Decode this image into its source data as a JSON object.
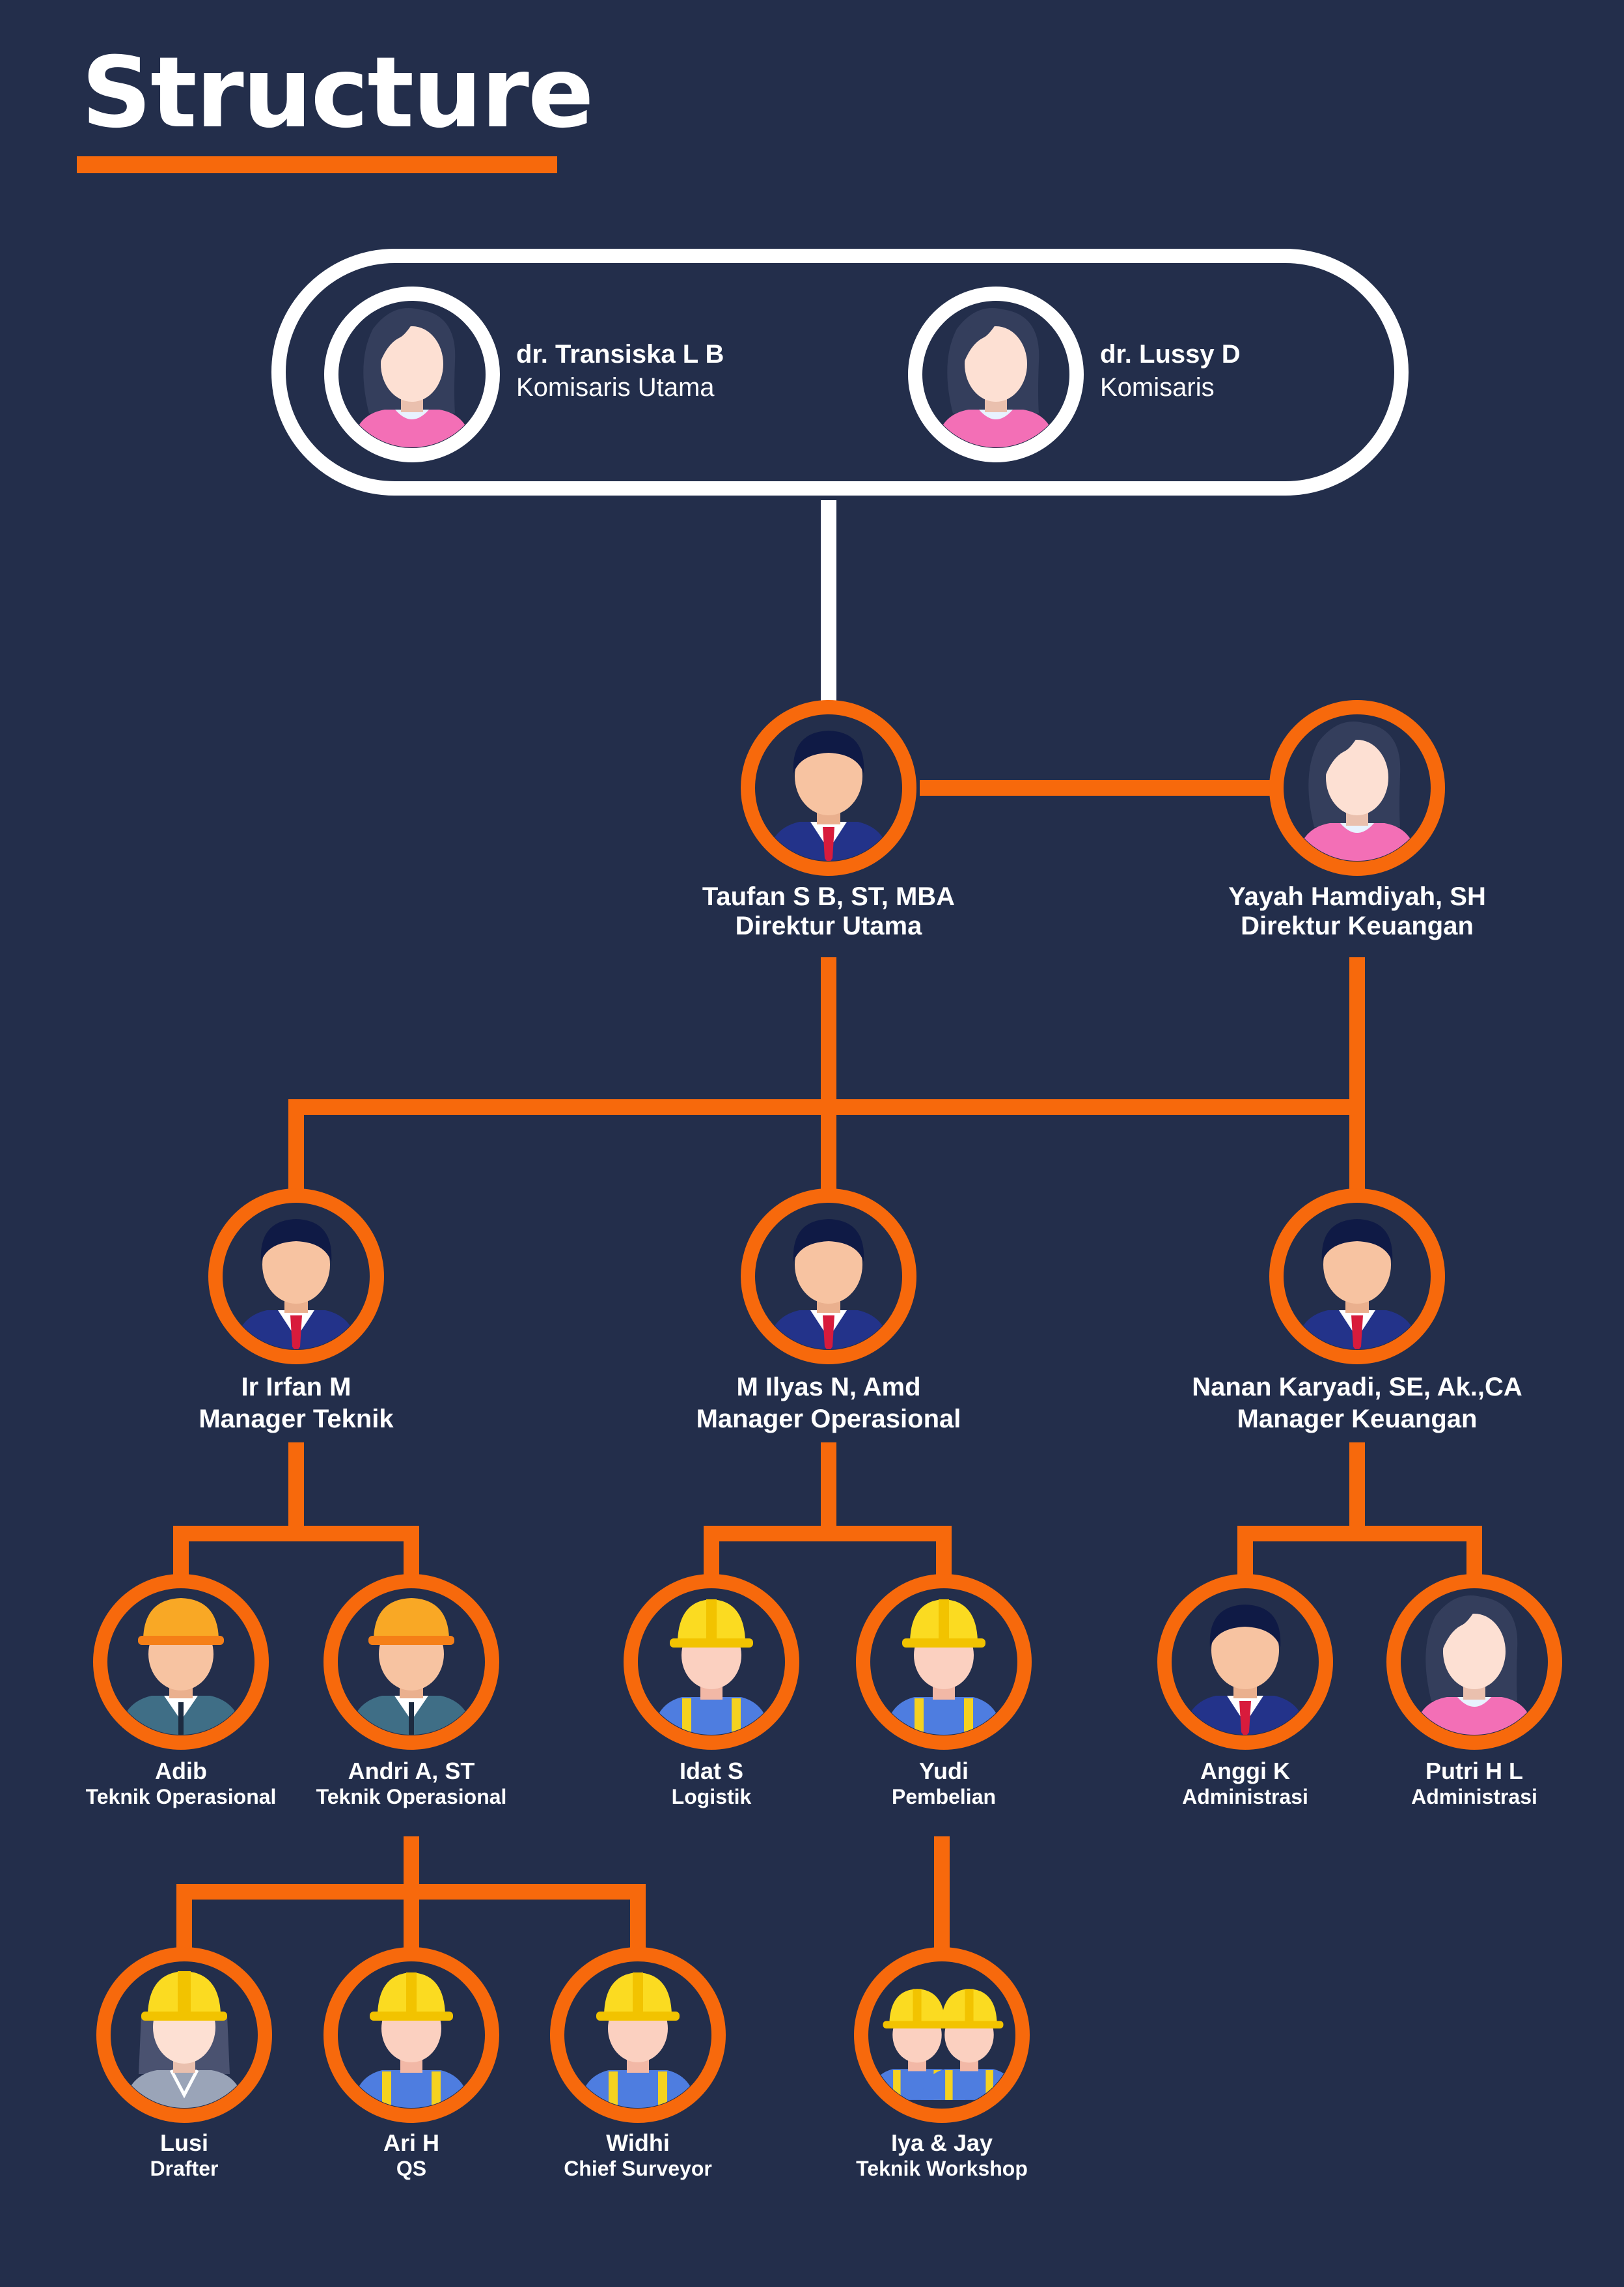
{
  "title": "Structure",
  "colors": {
    "background": "#232e4b",
    "accent": "#f7690c",
    "white": "#ffffff"
  },
  "board": [
    {
      "name": "dr. Transiska L B",
      "role": "Komisaris Utama",
      "icon": "woman-avatar-icon"
    },
    {
      "name": "dr. Lussy D",
      "role": "Komisaris",
      "icon": "woman-avatar-icon"
    }
  ],
  "directors": [
    {
      "name": "Taufan S B, ST, MBA",
      "role": "Direktur Utama",
      "icon": "businessman-avatar-icon"
    },
    {
      "name": "Yayah Hamdiyah, SH",
      "role": "Direktur Keuangan",
      "icon": "woman-avatar-icon"
    }
  ],
  "managers": [
    {
      "name": "Ir Irfan M",
      "role": "Manager Teknik",
      "icon": "businessman-avatar-icon"
    },
    {
      "name": "M Ilyas N, Amd",
      "role": "Manager Operasional",
      "icon": "businessman-avatar-icon"
    },
    {
      "name": "Nanan Karyadi, SE, Ak.,CA",
      "role": "Manager Keuangan",
      "icon": "businessman-avatar-icon"
    }
  ],
  "staff": [
    {
      "name": "Adib",
      "role": "Teknik Operasional",
      "icon": "engineer-avatar-icon"
    },
    {
      "name": "Andri A, ST",
      "role": "Teknik Operasional",
      "icon": "engineer-avatar-icon"
    },
    {
      "name": "Idat S",
      "role": "Logistik",
      "icon": "worker-avatar-icon"
    },
    {
      "name": "Yudi",
      "role": "Pembelian",
      "icon": "worker-avatar-icon"
    },
    {
      "name": "Anggi K",
      "role": "Administrasi",
      "icon": "businessman-avatar-icon"
    },
    {
      "name": "Putri H L",
      "role": "Administrasi",
      "icon": "woman-avatar-icon"
    }
  ],
  "crew": [
    {
      "name": "Lusi",
      "role": "Drafter",
      "icon": "woman-worker-avatar-icon"
    },
    {
      "name": "Ari H",
      "role": "QS",
      "icon": "worker-avatar-icon"
    },
    {
      "name": "Widhi",
      "role": "Chief Surveyor",
      "icon": "worker-avatar-icon"
    },
    {
      "name": "Iya & Jay",
      "role": "Teknik Workshop",
      "icon": "two-workers-avatar-icon"
    }
  ]
}
